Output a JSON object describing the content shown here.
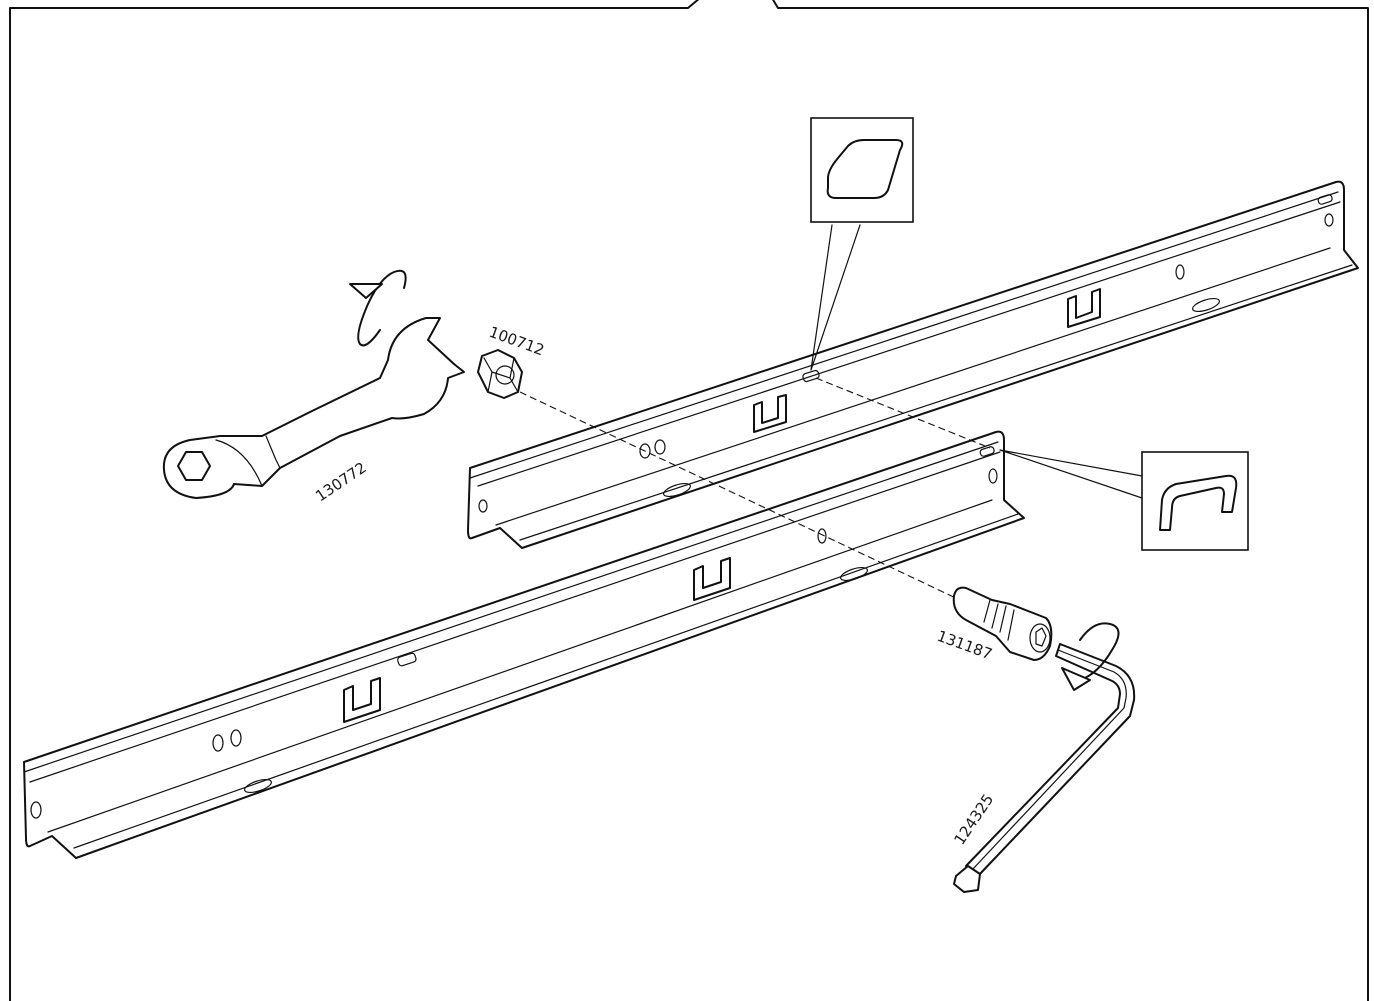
{
  "diagram": {
    "parts": [
      {
        "id": "wrench",
        "number": "130772",
        "icon": "open-end-wrench-icon"
      },
      {
        "id": "nut",
        "number": "100712",
        "icon": "hex-nut-icon"
      },
      {
        "id": "screw",
        "number": "131187",
        "icon": "socket-head-screw-icon"
      },
      {
        "id": "hex-key",
        "number": "124325",
        "icon": "ball-end-hex-key-icon"
      }
    ],
    "callouts": [
      {
        "id": "slot-detail",
        "icon": "rounded-slot-hole-icon"
      },
      {
        "id": "hook-detail",
        "icon": "hook-slot-hole-icon"
      }
    ],
    "rotation_arrows": [
      "rotate-arrow-icon",
      "rotate-arrow-icon"
    ],
    "colors": {
      "line": "#111111",
      "background": "#ffffff"
    }
  }
}
